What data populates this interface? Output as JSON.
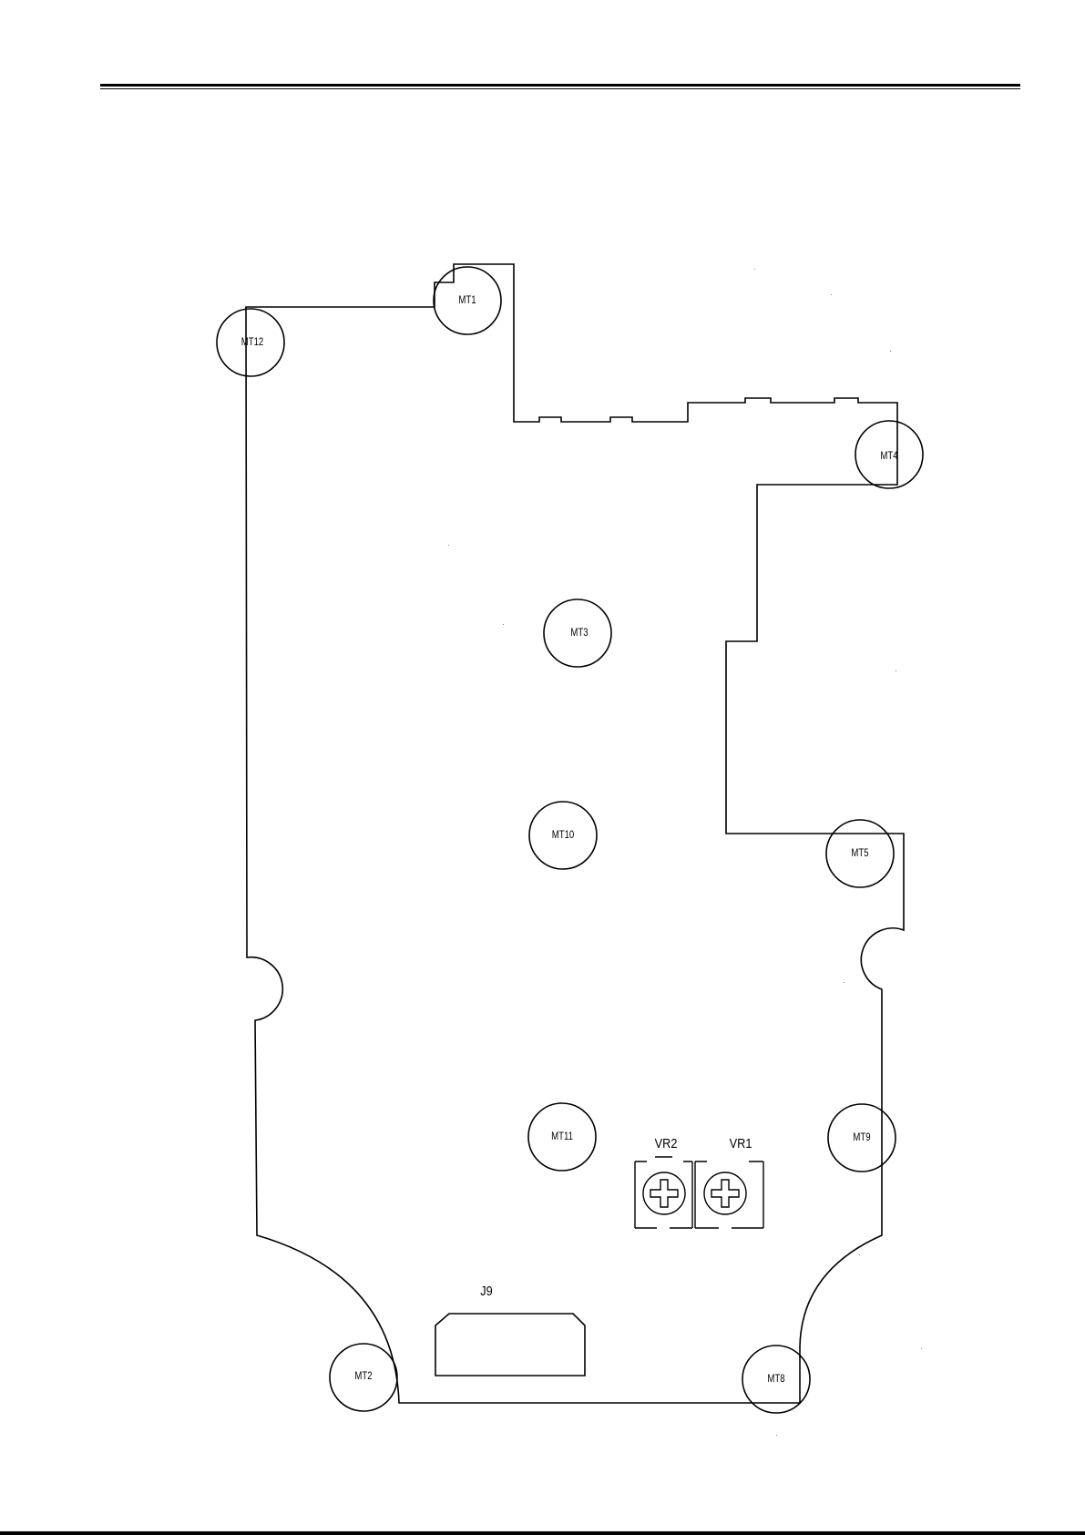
{
  "mounting_points": {
    "mt1": {
      "label": "MT1"
    },
    "mt2": {
      "label": "MT2"
    },
    "mt3": {
      "label": "MT3"
    },
    "mt4": {
      "label": "MT4"
    },
    "mt5": {
      "label": "MT5"
    },
    "mt8": {
      "label": "MT8"
    },
    "mt9": {
      "label": "MT9"
    },
    "mt10": {
      "label": "MT10"
    },
    "mt11": {
      "label": "MT11"
    },
    "mt12": {
      "label": "MT12"
    }
  },
  "potentiometers": {
    "vr1": {
      "label": "VR1"
    },
    "vr2": {
      "label": "VR2"
    }
  },
  "connectors": {
    "j9": {
      "label": "J9"
    }
  },
  "colors": {
    "line": "#000000",
    "background": "#ffffff"
  }
}
